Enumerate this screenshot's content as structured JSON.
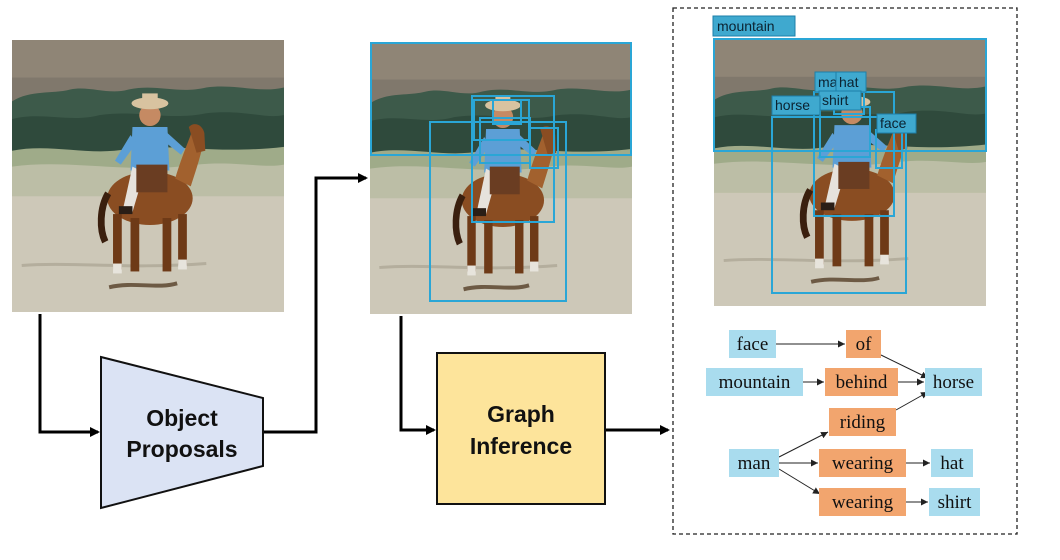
{
  "stages": {
    "object_proposals": [
      "Object",
      "Proposals"
    ],
    "graph_inference": [
      "Graph",
      "Inference"
    ]
  },
  "detections": [
    "mountain",
    "man",
    "hat",
    "shirt",
    "horse",
    "face"
  ],
  "graph": {
    "objects": [
      "face",
      "mountain",
      "horse",
      "man",
      "hat",
      "shirt"
    ],
    "relations": [
      "of",
      "behind",
      "riding",
      "wearing",
      "wearing"
    ]
  },
  "colors": {
    "box": "#2aa6d6",
    "label_bg": "#3fa9cf",
    "object_node": "#a9dcee",
    "relation_node": "#f2a56e",
    "proposal_fill": "#dbe3f4",
    "inference_fill": "#fde49b"
  }
}
